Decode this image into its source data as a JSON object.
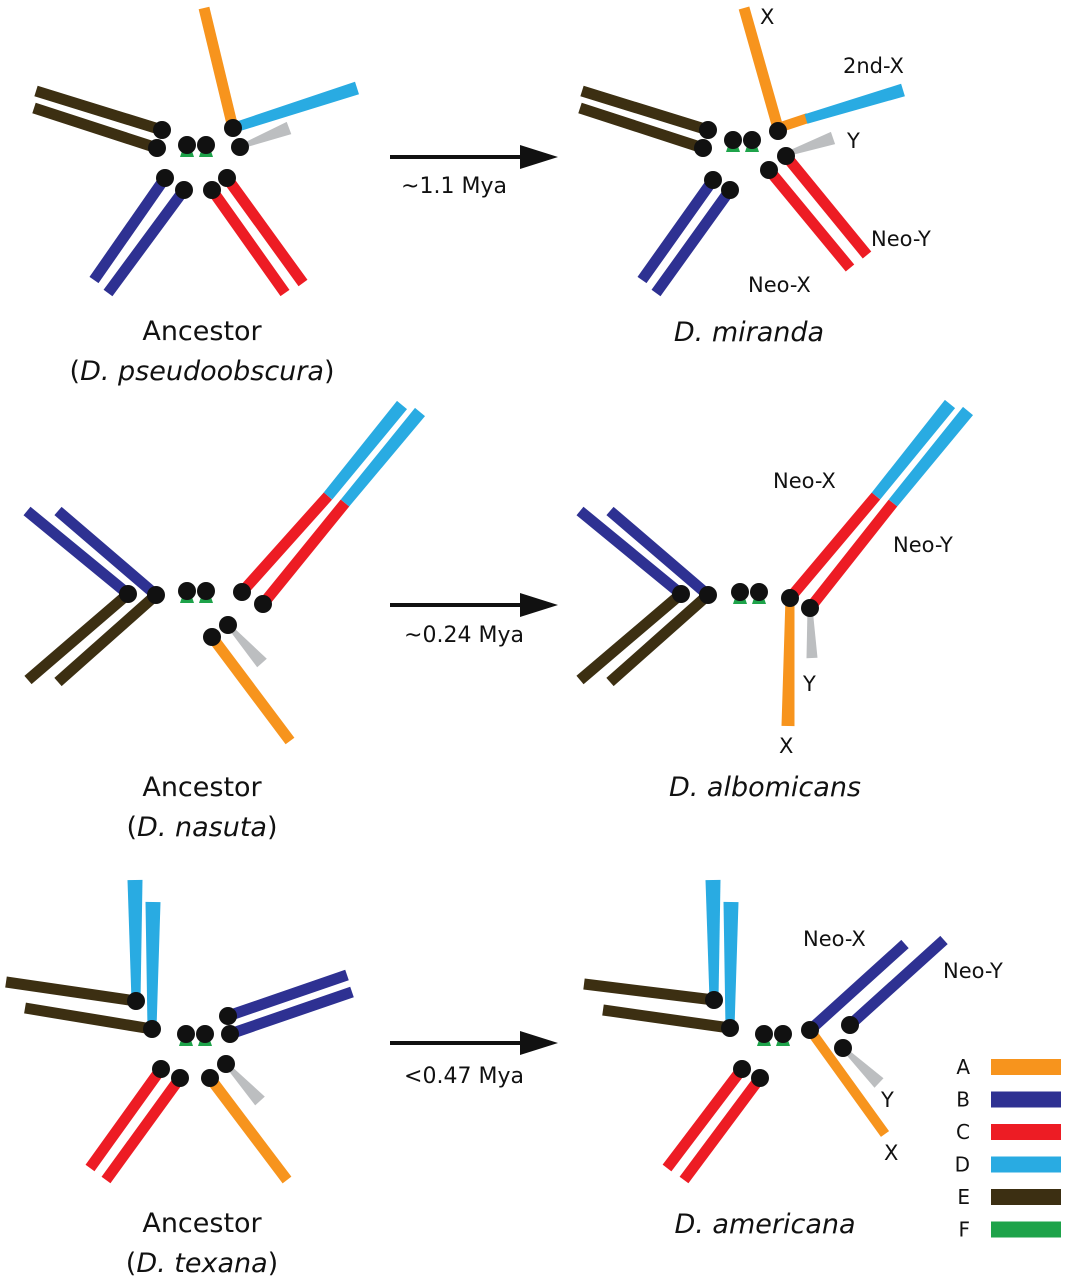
{
  "colors": {
    "A": "#f7941d",
    "B": "#2e3192",
    "C": "#ed1c24",
    "D": "#29abe2",
    "E": "#3c2f12",
    "F": "#1ea34a",
    "Y": "#bcbec0",
    "centromere": "#111111",
    "arrow": "#111111"
  },
  "rows": [
    {
      "ancestor": {
        "line1": "Ancestor",
        "open": "(",
        "species": "D. pseudoobscura",
        "close": ")"
      },
      "descendant": {
        "species": "D. miranda"
      },
      "time": "~1.1 Mya",
      "labels": {
        "x": "X",
        "second_x": "2nd-X",
        "y": "Y",
        "neo_y": "Neo-Y",
        "neo_x": "Neo-X"
      }
    },
    {
      "ancestor": {
        "line1": "Ancestor",
        "open": "(",
        "species": "D. nasuta",
        "close": ")"
      },
      "descendant": {
        "species": "D. albomicans"
      },
      "time": "~0.24 Mya",
      "labels": {
        "neo_x": "Neo-X",
        "neo_y": "Neo-Y",
        "y": "Y",
        "x": "X"
      }
    },
    {
      "ancestor": {
        "line1": "Ancestor",
        "open": "(",
        "species": "D. texana",
        "close": ")"
      },
      "descendant": {
        "species": "D. americana"
      },
      "time": "<0.47 Mya",
      "labels": {
        "neo_x": "Neo-X",
        "neo_y": "Neo-Y",
        "y": "Y",
        "x": "X"
      }
    }
  ],
  "legend": [
    {
      "key": "A",
      "label": "A"
    },
    {
      "key": "B",
      "label": "B"
    },
    {
      "key": "C",
      "label": "C"
    },
    {
      "key": "D",
      "label": "D"
    },
    {
      "key": "E",
      "label": "E"
    },
    {
      "key": "F",
      "label": "F"
    }
  ]
}
